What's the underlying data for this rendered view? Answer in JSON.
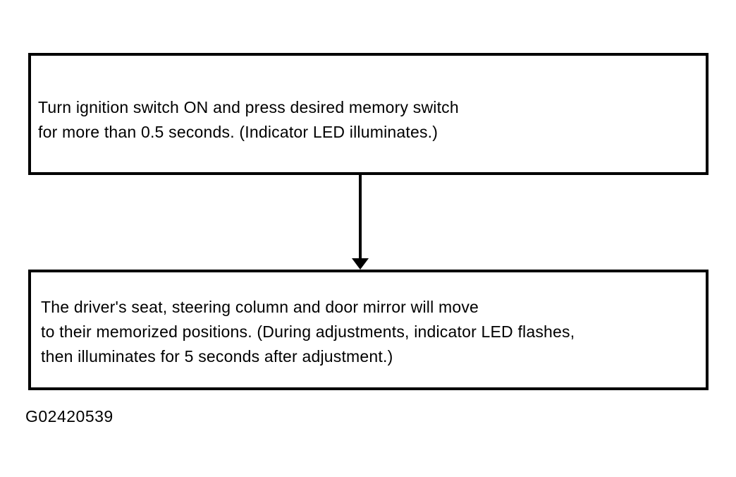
{
  "figure": {
    "id_label": "G02420539"
  },
  "flowchart": {
    "connector": "arrow-down",
    "steps": [
      {
        "name": "press-memory-switch",
        "lines": [
          "Turn ignition switch ON and press desired memory switch",
          "for more than 0.5 seconds. (Indicator LED illuminates.)"
        ]
      },
      {
        "name": "memorized-positions-recall",
        "lines": [
          "The driver's seat, steering column and door mirror will move",
          "to their memorized positions. (During adjustments, indicator LED flashes,",
          "then illuminates for 5 seconds after adjustment.)"
        ]
      }
    ]
  },
  "colors": {
    "border": "#000000",
    "text": "#000000",
    "background": "#ffffff"
  }
}
